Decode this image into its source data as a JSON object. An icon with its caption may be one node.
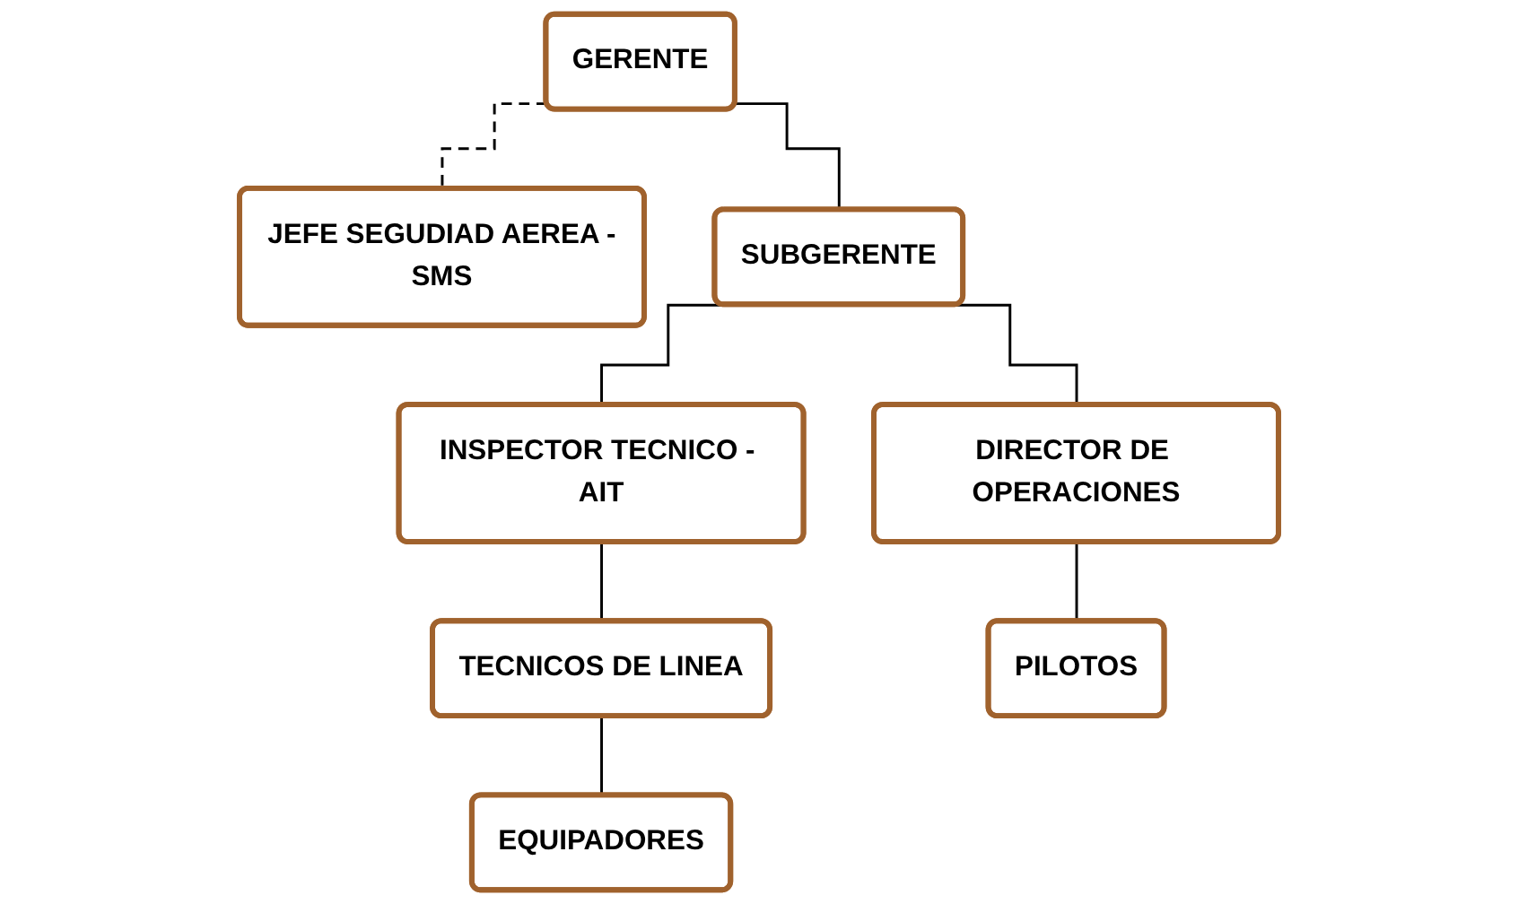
{
  "diagram": {
    "nodes": [
      {
        "text": [
          "GERENTE"
        ]
      },
      {
        "text": [
          "JEFE SEGUDIAD AEREA -SMS"
        ]
      },
      {
        "text": [
          "SUBGERENTE"
        ]
      },
      {
        "text": [
          "INSPECTOR TECNICO - AIT"
        ]
      },
      {
        "text": [
          "DIRECTOR DE OPERACIONES"
        ]
      },
      {
        "text": [
          "TECNICOS DE LINEA"
        ]
      },
      {
        "text": [
          "PILOTOS"
        ]
      },
      {
        "text": [
          "EQUIPADORES"
        ]
      }
    ],
    "edges": [
      {
        "from": 0,
        "to": 2,
        "arrow": "none"
      },
      {
        "from": 0,
        "to": 1,
        "arrow": "none",
        "style": "dashed"
      },
      {
        "from": 2,
        "to": 3,
        "arrow": "none"
      },
      {
        "from": 2,
        "to": 4,
        "arrow": "none"
      },
      {
        "from": 3,
        "to": 5,
        "arrow": "none"
      },
      {
        "from": 5,
        "to": 7,
        "arrow": "none"
      },
      {
        "from": 4,
        "to": 6,
        "arrow": "none"
      }
    ]
  }
}
